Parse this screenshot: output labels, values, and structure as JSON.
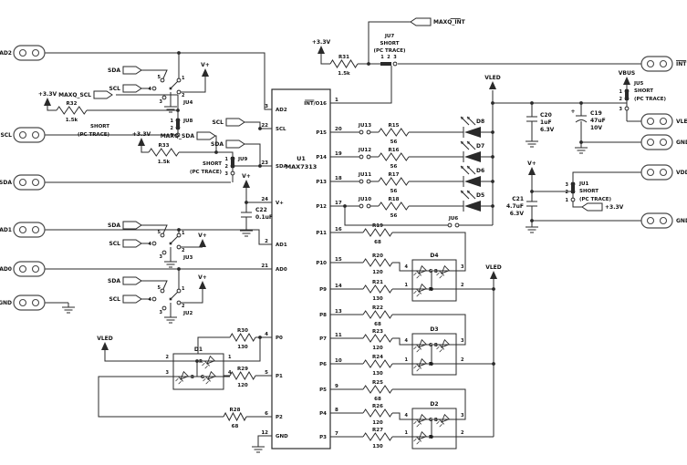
{
  "ic": {
    "ref": "U1",
    "part": "MAX7313",
    "left_pins": [
      {
        "num": "3",
        "name": "AD2"
      },
      {
        "num": "22",
        "name": "SCL"
      },
      {
        "num": "23",
        "name": "SDA"
      },
      {
        "num": "24",
        "name": "V+"
      },
      {
        "num": "2",
        "name": "AD1"
      },
      {
        "num": "21",
        "name": "AD0"
      },
      {
        "num": "4",
        "name": "P0"
      },
      {
        "num": "5",
        "name": "P1"
      },
      {
        "num": "6",
        "name": "P2"
      },
      {
        "num": "12",
        "name": "GND"
      }
    ],
    "right_pins": [
      {
        "num": "1",
        "name": "INT/O16",
        "overline": "INT"
      },
      {
        "num": "20",
        "name": "P15"
      },
      {
        "num": "19",
        "name": "P14"
      },
      {
        "num": "18",
        "name": "P13"
      },
      {
        "num": "17",
        "name": "P12"
      },
      {
        "num": "16",
        "name": "P11"
      },
      {
        "num": "15",
        "name": "P10"
      },
      {
        "num": "14",
        "name": "P9"
      },
      {
        "num": "13",
        "name": "P8"
      },
      {
        "num": "11",
        "name": "P7"
      },
      {
        "num": "10",
        "name": "P6"
      },
      {
        "num": "9",
        "name": "P5"
      },
      {
        "num": "8",
        "name": "P4"
      },
      {
        "num": "7",
        "name": "P3"
      }
    ]
  },
  "connectors_left": [
    "AD2",
    "SCL",
    "SDA",
    "AD1",
    "AD0",
    "GND"
  ],
  "connectors_right": [
    {
      "label": "INT",
      "overline": "INT"
    },
    {
      "label": "VLED"
    },
    {
      "label": "GND"
    },
    {
      "label": "VDD"
    },
    {
      "label": "GND"
    }
  ],
  "resistors": [
    {
      "ref": "R31",
      "value": "1.5k"
    },
    {
      "ref": "R32",
      "value": "1.5k"
    },
    {
      "ref": "R33",
      "value": "1.5k"
    },
    {
      "ref": "R15",
      "value": "56"
    },
    {
      "ref": "R16",
      "value": "56"
    },
    {
      "ref": "R17",
      "value": "56"
    },
    {
      "ref": "R18",
      "value": "56"
    },
    {
      "ref": "R19",
      "value": "68"
    },
    {
      "ref": "R20",
      "value": "120"
    },
    {
      "ref": "R21",
      "value": "130"
    },
    {
      "ref": "R22",
      "value": "68"
    },
    {
      "ref": "R23",
      "value": "120"
    },
    {
      "ref": "R24",
      "value": "130"
    },
    {
      "ref": "R25",
      "value": "68"
    },
    {
      "ref": "R26",
      "value": "120"
    },
    {
      "ref": "R27",
      "value": "130"
    },
    {
      "ref": "R30",
      "value": "130"
    },
    {
      "ref": "R29",
      "value": "120"
    },
    {
      "ref": "R28",
      "value": "68"
    }
  ],
  "capacitors": [
    {
      "ref": "C22",
      "value": "0.1uF",
      "voltage": ""
    },
    {
      "ref": "C20",
      "value": "1uF",
      "voltage": "6.3V"
    },
    {
      "ref": "C19",
      "value": "47uF",
      "voltage": "10V",
      "polarized": true
    },
    {
      "ref": "C21",
      "value": "4.7uF",
      "voltage": "6.3V"
    }
  ],
  "single_leds": [
    "D8",
    "D7",
    "D6",
    "D5"
  ],
  "rgb_leds": [
    {
      "ref": "D1",
      "pin_nums": [
        "2",
        "1",
        "3",
        "4"
      ],
      "letters": [
        "R",
        "B",
        "G"
      ]
    },
    {
      "ref": "D4",
      "pin_nums": [
        "4",
        "3",
        "1",
        "2"
      ],
      "letters": [
        "G",
        "B",
        "R"
      ]
    },
    {
      "ref": "D3",
      "pin_nums": [
        "4",
        "3",
        "1",
        "2"
      ],
      "letters": [
        "G",
        "B",
        "R"
      ]
    },
    {
      "ref": "D2",
      "pin_nums": [
        "4",
        "3",
        "1",
        "2"
      ],
      "letters": [
        "G",
        "B",
        "R"
      ]
    }
  ],
  "jumpers_two_pin": [
    "JU13",
    "JU12",
    "JU11",
    "JU10",
    "JU6"
  ],
  "jumpers_three_pin": [
    {
      "ref": "JU8",
      "note1": "SHORT",
      "note2": "(PC TRACE)",
      "pins": [
        "1",
        "2",
        "3"
      ]
    },
    {
      "ref": "JU9",
      "note1": "SHORT",
      "note2": "(PC TRACE)",
      "pins": [
        "1",
        "2",
        "3"
      ]
    },
    {
      "ref": "JU5",
      "note1": "SHORT",
      "note2": "(PC TRACE)",
      "pins": [
        "1",
        "2",
        "3"
      ]
    },
    {
      "ref": "JU1",
      "note1": "SHORT",
      "note2": "(PC TRACE)",
      "pins": [
        "3",
        "2",
        "1"
      ]
    }
  ],
  "jumper_ju7": {
    "ref": "JU7",
    "note1": "SHORT",
    "note2": "(PC TRACE)",
    "pins": [
      "1",
      "2",
      "3"
    ]
  },
  "jumpers_five_pin": {
    "refs": [
      "JU4",
      "JU3",
      "JU2"
    ],
    "pins": [
      "5",
      "4",
      "3",
      "1",
      "2"
    ]
  },
  "net_flags": [
    "MAXQ_SCL",
    "MAXQ_SDA",
    "MAXQ_INT",
    "SCL",
    "SDA",
    "SDA",
    "SCL",
    "SDA",
    "SCL",
    "SDA",
    "SCL",
    "+3.3V"
  ],
  "power_labels": [
    "+3.3V",
    "+3.3V",
    "+3.3V",
    "V+",
    "V+",
    "V+",
    "V+",
    "V+",
    "VLED",
    "VLED",
    "VLED",
    "VBUS"
  ],
  "colors": {
    "wire": "#2a2a2a",
    "text": "#111111",
    "connector": "#4a4a4a",
    "background": "#ffffff"
  }
}
